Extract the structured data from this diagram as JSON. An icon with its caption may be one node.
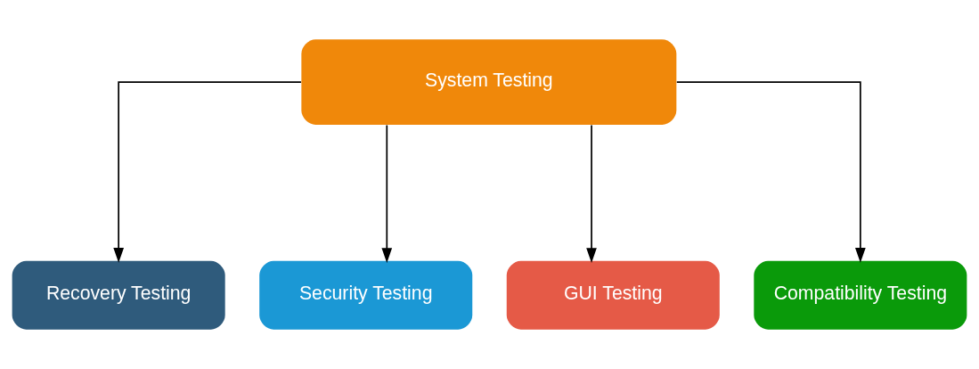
{
  "diagram": {
    "nodes": [
      {
        "text": [
          "System Testing"
        ]
      },
      {
        "text": [
          "Recovery Testing"
        ]
      },
      {
        "text": [
          "Security Testing"
        ]
      },
      {
        "text": [
          "GUI Testing"
        ]
      },
      {
        "text": [
          "Compatibility Testing"
        ]
      }
    ],
    "edges": [
      {
        "from": 0,
        "to": 1,
        "arrow": "to"
      },
      {
        "from": 0,
        "to": 2,
        "arrow": "to"
      },
      {
        "from": 0,
        "to": 3,
        "arrow": "to"
      },
      {
        "from": 0,
        "to": 4,
        "arrow": "to"
      }
    ]
  }
}
